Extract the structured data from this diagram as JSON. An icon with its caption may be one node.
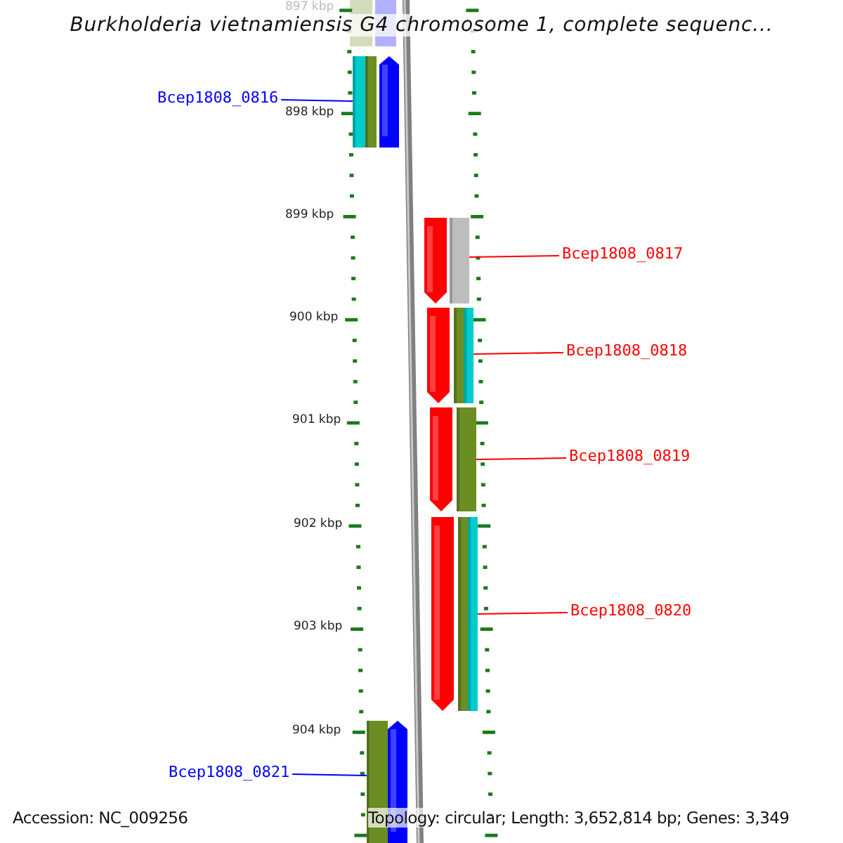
{
  "diagram": {
    "title": "Burkholderia vietnamiensis G4 chromosome 1, complete sequenc...",
    "nodes": [
      {
        "text": [
          "Bcep1808_0816"
        ]
      },
      {
        "text": [],
        "shape": "bar"
      },
      {
        "text": [
          "Bcep1808_0817"
        ]
      },
      {
        "text": [],
        "shape": "bar"
      },
      {
        "text": [
          "Bcep1808_0818"
        ]
      },
      {
        "text": [],
        "shape": "bar"
      },
      {
        "text": [
          "Bcep1808_0819"
        ]
      },
      {
        "text": [],
        "shape": "bar"
      },
      {
        "text": [
          "Bcep1808_0820"
        ]
      },
      {
        "text": [],
        "shape": "bar"
      },
      {
        "text": [
          "Bcep1808_0821"
        ]
      },
      {
        "text": [],
        "shape": "bar"
      }
    ],
    "edges": [
      {
        "from": 0,
        "to": 1,
        "arrow": "none",
        "color": "#0000ff"
      },
      {
        "from": 2,
        "to": 3,
        "arrow": "none"
      },
      {
        "from": 4,
        "to": 5,
        "arrow": "none"
      },
      {
        "from": 6,
        "to": 7,
        "arrow": "none"
      },
      {
        "from": 8,
        "to": 9,
        "arrow": "none"
      },
      {
        "from": 10,
        "to": 11,
        "arrow": "none",
        "color": "#0000ff"
      }
    ],
    "labels": [
      "897 kbp",
      "898 kbp",
      "899 kbp",
      "900 kbp",
      "901 kbp",
      "902 kbp",
      "903 kbp",
      "904 kbp",
      "Accession: NC_009256",
      "Topology: circular; Length: 3,652,814 bp; Genes: 3,349"
    ]
  }
}
